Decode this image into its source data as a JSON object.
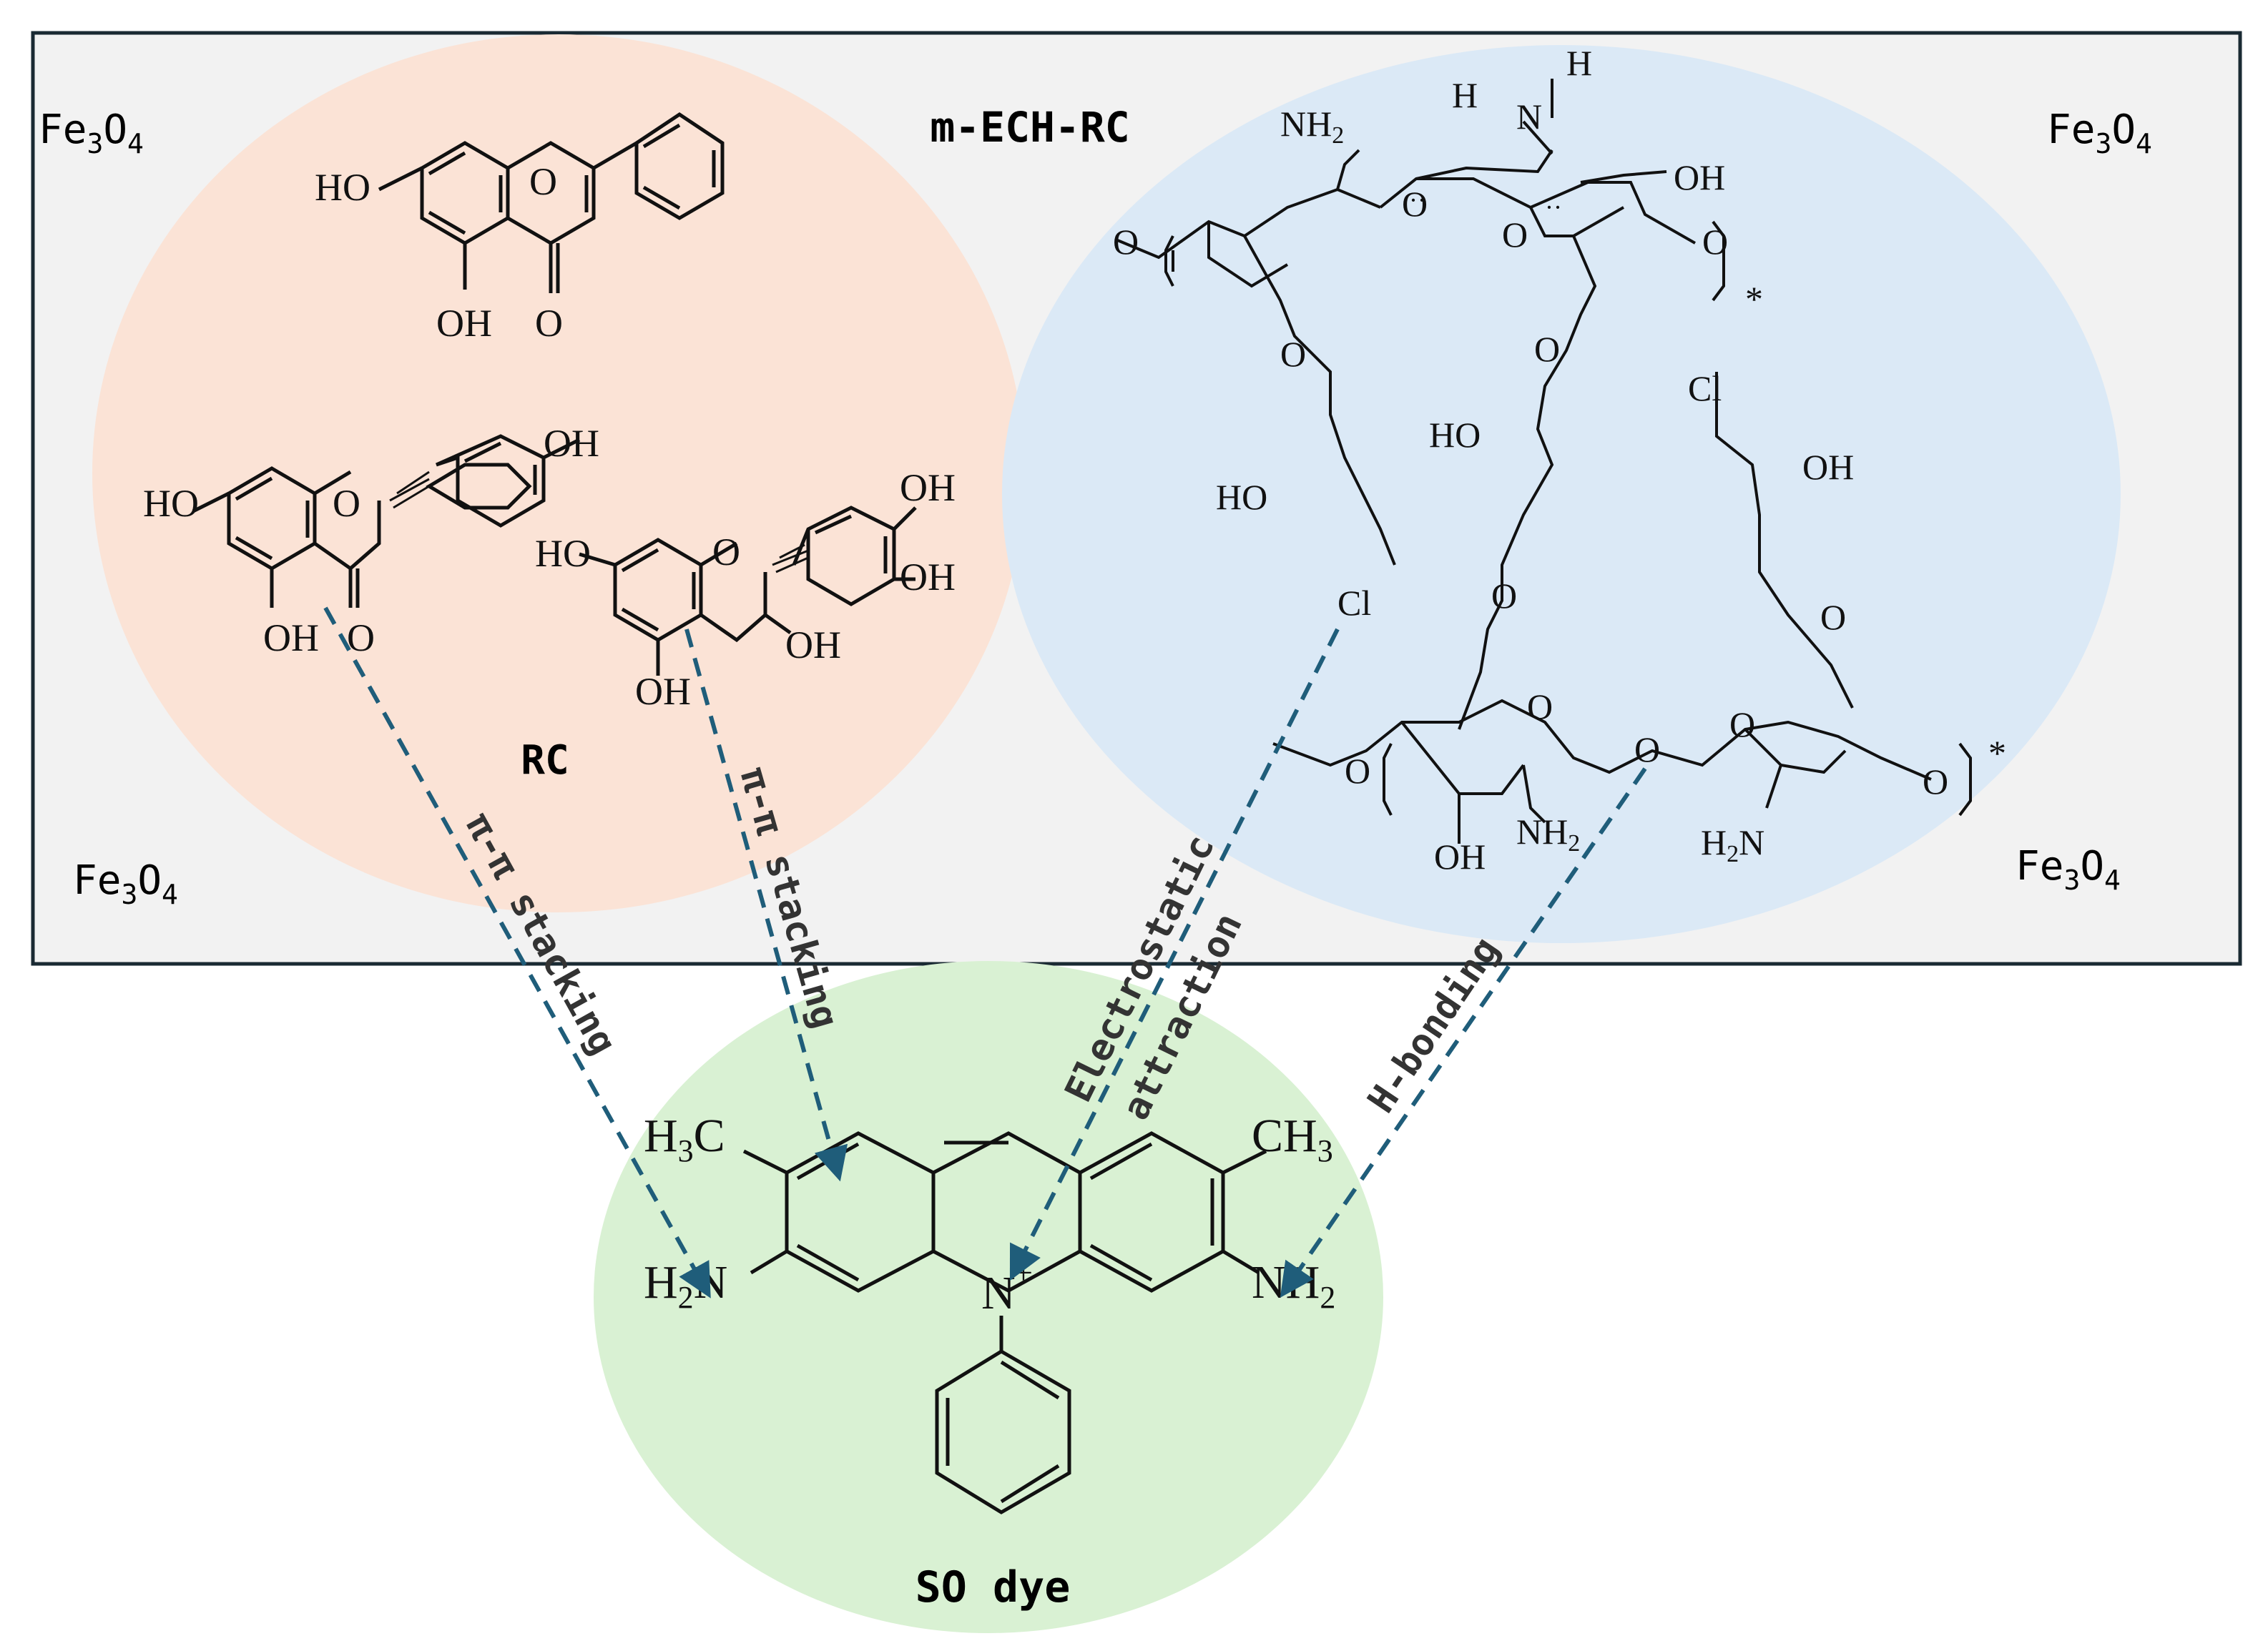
{
  "title": "m-ECH-RC",
  "fe3o4": {
    "main": "Fe",
    "sub1": "3",
    "mid": "O",
    "sub2": "4"
  },
  "rc_label": "RC",
  "dye_label": "SO dye",
  "interactions": {
    "pi_stacking_1": "π-π stacking",
    "pi_stacking_2": "π-π stacking",
    "electrostatic_1": "Electrostatic",
    "electrostatic_2": "attraction",
    "h_bonding": "H-bonding"
  },
  "atoms": {
    "oh": "OH",
    "ho": "HO",
    "o": "O",
    "cl": "Cl",
    "nh": "NH",
    "h": "H",
    "n": "N",
    "two": "2",
    "three": "3",
    "c": "C",
    "plus": "+",
    "star": "*",
    "dots": "··"
  },
  "colors": {
    "frame_bg": "#f2f2f2",
    "frame_border": "#1a2a33",
    "rc_circle": "#fbe3d6",
    "chitosan_circle": "#dbe9f6",
    "dye_circle": "#d9f1d3",
    "dash": "#1f5d7a",
    "bond": "#111111"
  }
}
